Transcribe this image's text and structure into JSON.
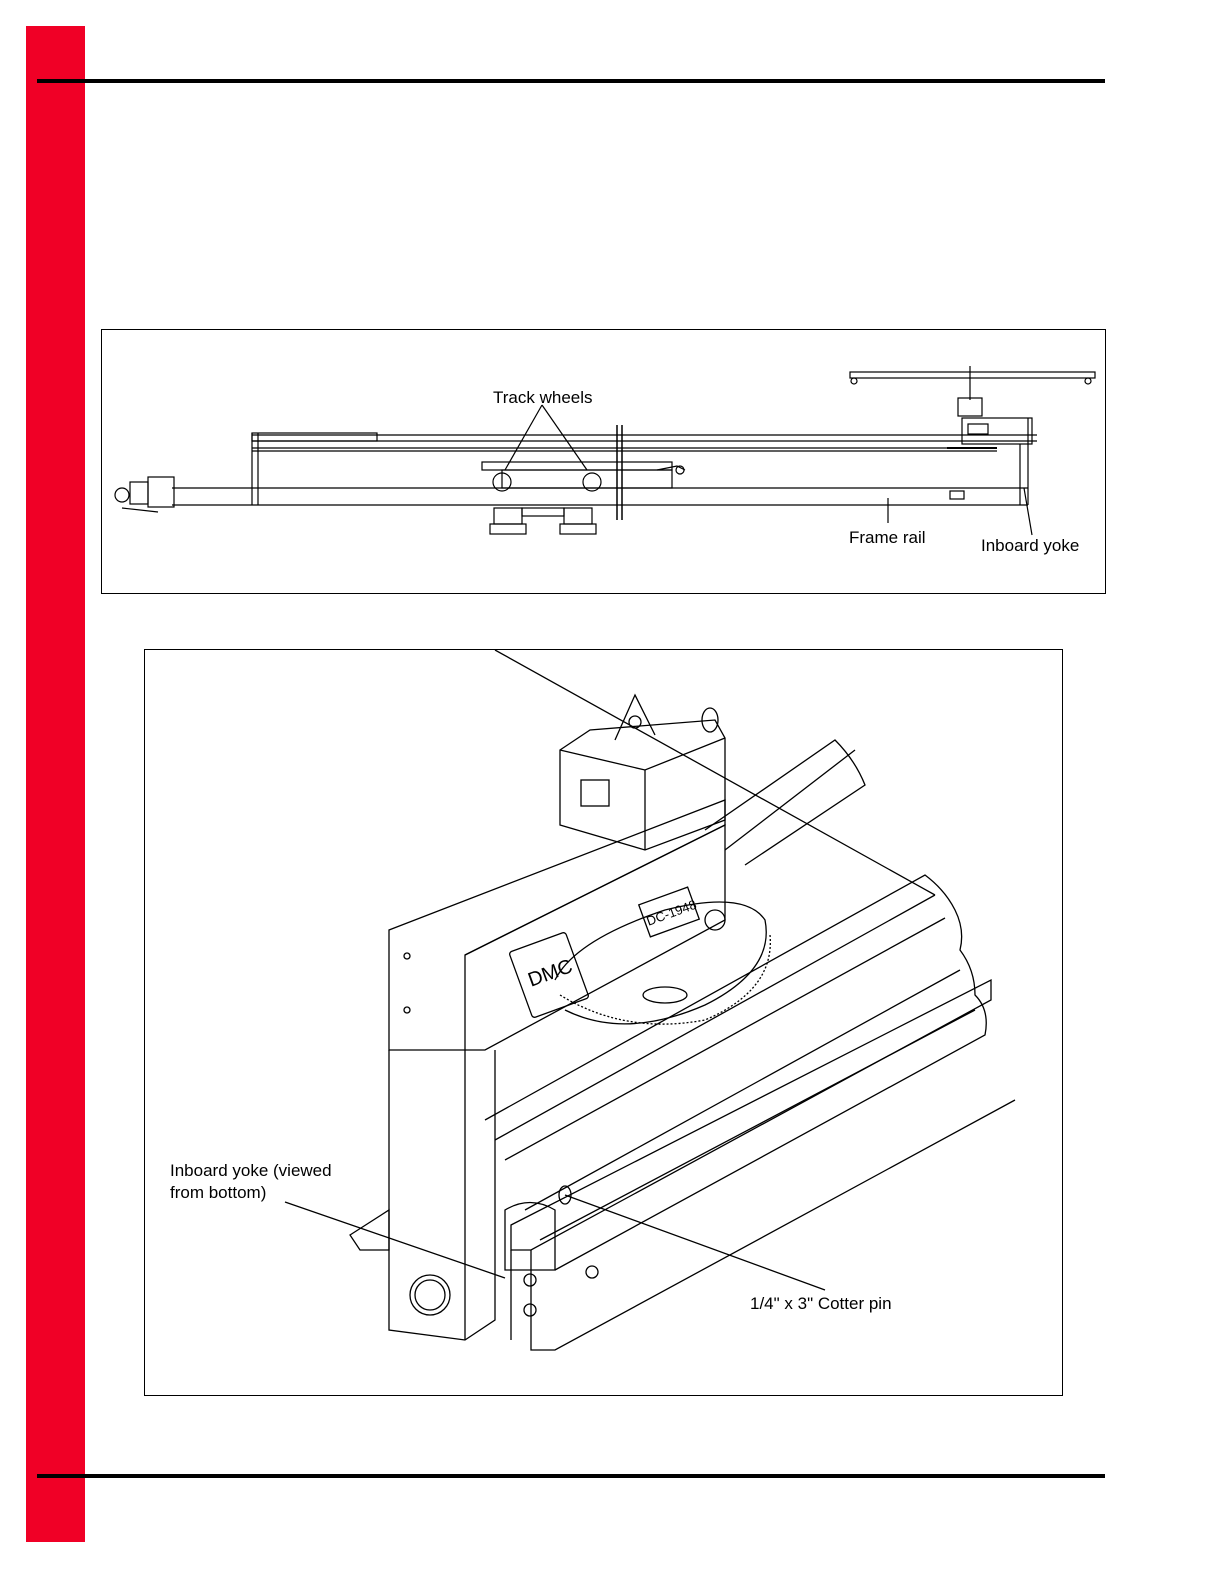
{
  "figure_top": {
    "labels": {
      "track_wheels": "Track wheels",
      "frame_rail": "Frame rail",
      "inboard_yoke": "Inboard yoke"
    }
  },
  "figure_bottom": {
    "labels": {
      "inboard_yoke_line1": "Inboard yoke (viewed",
      "inboard_yoke_line2": "from bottom)",
      "cotter_pin": "1/4\" x 3\" Cotter pin"
    }
  },
  "colors": {
    "accent": "#f00026",
    "rule": "#000000"
  }
}
